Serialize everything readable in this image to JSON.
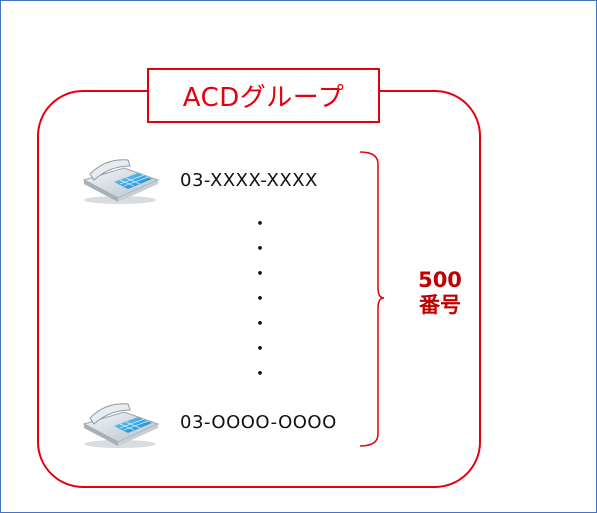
{
  "group": {
    "title": "ACDグループ"
  },
  "numbers": {
    "first": "03-XXXX-XXXX",
    "last": "03-OOOO-OOOO",
    "dots": [
      "・",
      "・",
      "・",
      "・",
      "・",
      "・",
      "・"
    ]
  },
  "count": {
    "value": "500",
    "unit": "番号"
  },
  "colors": {
    "frame": "#4472c4",
    "group_border": "#e3000f",
    "count_text": "#c00000",
    "phone_keys": "#1e9fe0"
  },
  "icons": {
    "phone": "desk-phone-icon"
  }
}
